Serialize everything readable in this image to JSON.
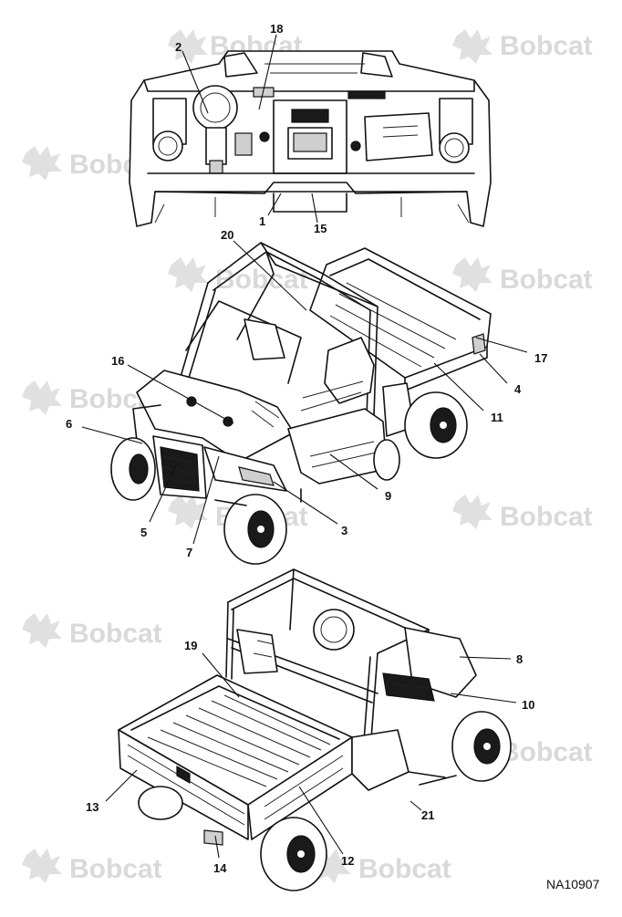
{
  "watermark": {
    "text": "Bobcat",
    "color": "#d9d9d9"
  },
  "callouts": [
    {
      "id": "c1",
      "label": "1"
    },
    {
      "id": "c2",
      "label": "2"
    },
    {
      "id": "c3",
      "label": "3"
    },
    {
      "id": "c4",
      "label": "4"
    },
    {
      "id": "c5",
      "label": "5"
    },
    {
      "id": "c6",
      "label": "6"
    },
    {
      "id": "c7",
      "label": "7"
    },
    {
      "id": "c8",
      "label": "8"
    },
    {
      "id": "c9",
      "label": "9"
    },
    {
      "id": "c10",
      "label": "10"
    },
    {
      "id": "c11",
      "label": "11"
    },
    {
      "id": "c12",
      "label": "12"
    },
    {
      "id": "c13",
      "label": "13"
    },
    {
      "id": "c14",
      "label": "14"
    },
    {
      "id": "c15",
      "label": "15"
    },
    {
      "id": "c16",
      "label": "16"
    },
    {
      "id": "c17",
      "label": "17"
    },
    {
      "id": "c18",
      "label": "18"
    },
    {
      "id": "c19",
      "label": "19"
    },
    {
      "id": "c20",
      "label": "20"
    },
    {
      "id": "c21",
      "label": "21"
    }
  ],
  "figure_id": "NA10907"
}
